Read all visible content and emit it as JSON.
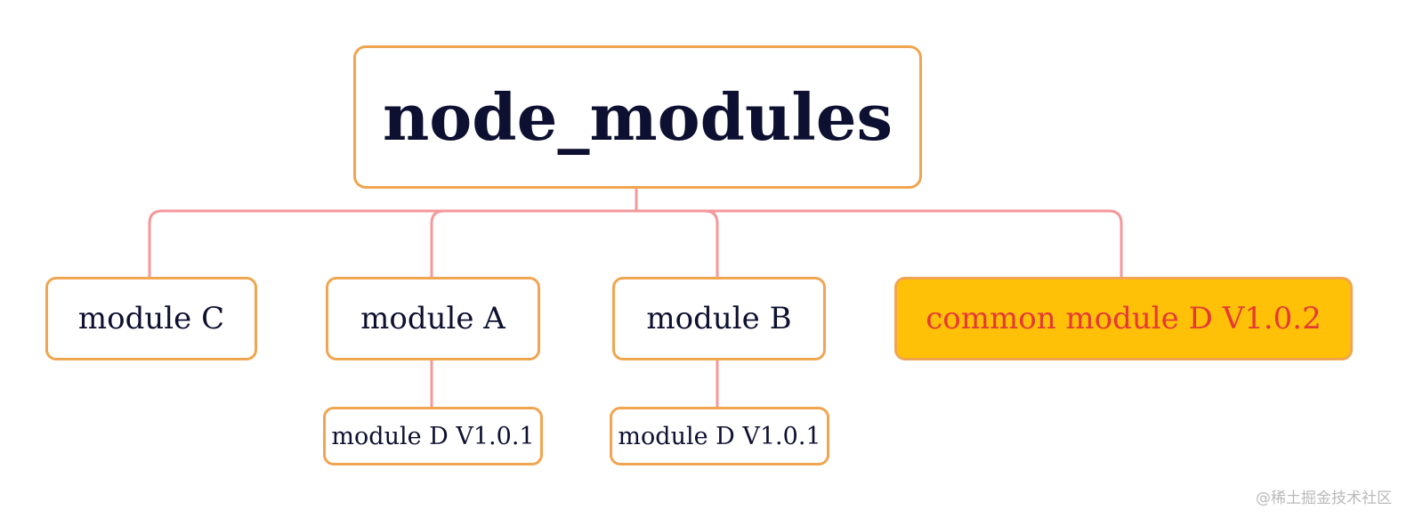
{
  "diagram": {
    "root": {
      "label": "node_modules"
    },
    "children": [
      {
        "label": "module C"
      },
      {
        "label": "module A",
        "child": {
          "label": "module D V1.0.1"
        }
      },
      {
        "label": "module B",
        "child": {
          "label": "module D V1.0.1"
        }
      },
      {
        "label": "common module D V1.0.2",
        "highlighted": true
      }
    ]
  },
  "colors": {
    "node_border": "#f0a550",
    "connector": "#f4989a",
    "highlight_fill": "#ffc107",
    "highlight_text": "#e53935",
    "text": "#0d1030"
  },
  "watermark": "@稀土掘金技术社区"
}
